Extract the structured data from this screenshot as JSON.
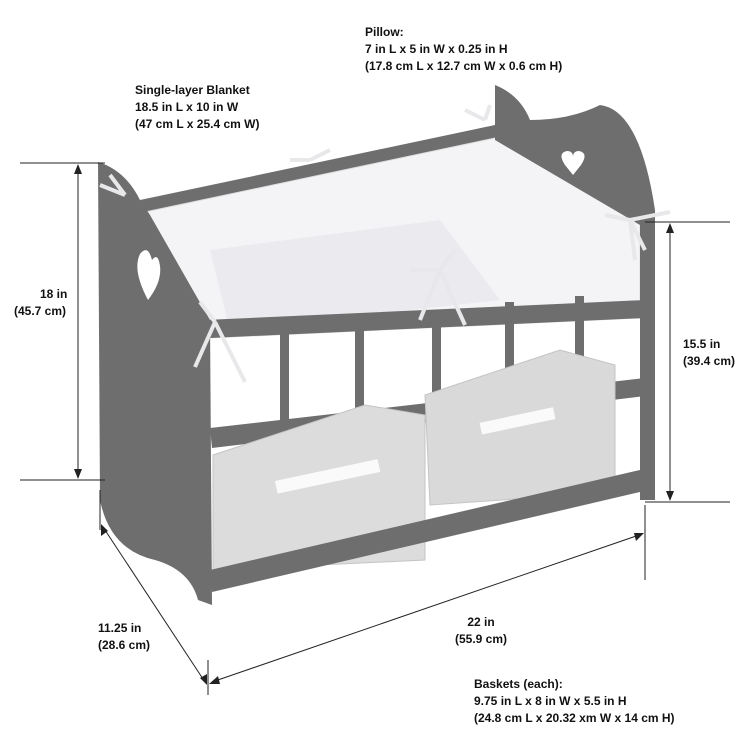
{
  "pillow": {
    "title": "Pillow:",
    "imperial": "7 in L x 5 in W x 0.25 in H",
    "metric": "(17.8 cm L x 12.7 cm W x 0.6 cm H)"
  },
  "blanket": {
    "title": "Single-layer Blanket",
    "imperial": "18.5 in L x 10 in W",
    "metric": "(47 cm L x 25.4 cm W)"
  },
  "overall_height": {
    "imperial": "18 in",
    "metric": "(45.7 cm)"
  },
  "bed_height": {
    "imperial": "15.5 in",
    "metric": "(39.4 cm)"
  },
  "depth": {
    "imperial": "11.25 in",
    "metric": "(28.6 cm)"
  },
  "width": {
    "imperial": "22 in",
    "metric": "(55.9 cm)"
  },
  "baskets": {
    "title": "Baskets (each):",
    "imperial": "9.75 in L x 8 in W x 5.5 in H",
    "metric": "(24.8 cm L x 20.32 xm W x 14 cm H)"
  },
  "colors": {
    "frame": "#6e6e6e",
    "frame_dark": "#5a5a5a",
    "fabric": "#f4f4f6",
    "basket": "#d9d9d9",
    "line": "#222222"
  }
}
